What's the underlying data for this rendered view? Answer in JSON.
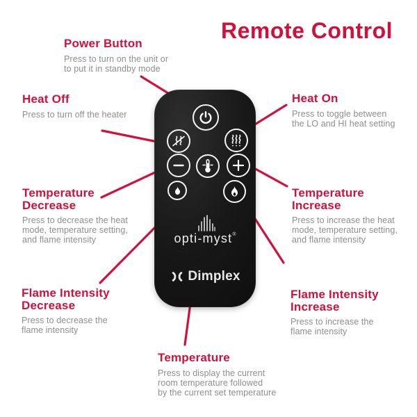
{
  "page": {
    "title": "Remote Control"
  },
  "colors": {
    "accent": "#D1113C",
    "muted_text": "#8E8E8E",
    "remote_body": "#121212",
    "icon": "#FFFFFF"
  },
  "callouts": {
    "power": {
      "heading": "Power Button",
      "body": "Press to turn on the unit or\nto put it in standby mode"
    },
    "heat_off": {
      "heading": "Heat Off",
      "body": "Press to turn off the heater"
    },
    "heat_on": {
      "heading": "Heat On",
      "body": "Press to toggle between\nthe LO and HI heat setting"
    },
    "temp_decrease": {
      "heading": "Temperature\nDecrease",
      "body": "Press to decrease the heat\nmode, temperature setting,\nand flame intensity"
    },
    "temp_increase": {
      "heading": "Temperature\nIncrease",
      "body": "Press to increase the heat\nmode, temperature setting,\nand flame intensity"
    },
    "flame_decrease": {
      "heading": "Flame Intensity\nDecrease",
      "body": "Press to decrease the\nflame intensity"
    },
    "flame_increase": {
      "heading": "Flame Intensity\nIncrease",
      "body": "Press to increase the\nflame intensity"
    },
    "temperature": {
      "heading": "Temperature",
      "body": "Press to display the current\nroom temperature followed\nby the current set temperature"
    }
  },
  "remote": {
    "product_logo": "opti-myst",
    "product_logo_mark": "®",
    "brand_logo": "Dimplex",
    "buttons": [
      {
        "name": "power",
        "icon": "power-icon"
      },
      {
        "name": "heat-off",
        "icon": "heat-off-icon"
      },
      {
        "name": "heat-on",
        "icon": "heat-on-icon"
      },
      {
        "name": "temperature-decrease",
        "icon": "minus-icon"
      },
      {
        "name": "temperature-display",
        "icon": "thermometer-icon"
      },
      {
        "name": "temperature-increase",
        "icon": "plus-icon"
      },
      {
        "name": "flame-intensity-decrease",
        "icon": "flame-small-icon"
      },
      {
        "name": "flame-intensity-increase",
        "icon": "flame-large-icon"
      }
    ]
  }
}
